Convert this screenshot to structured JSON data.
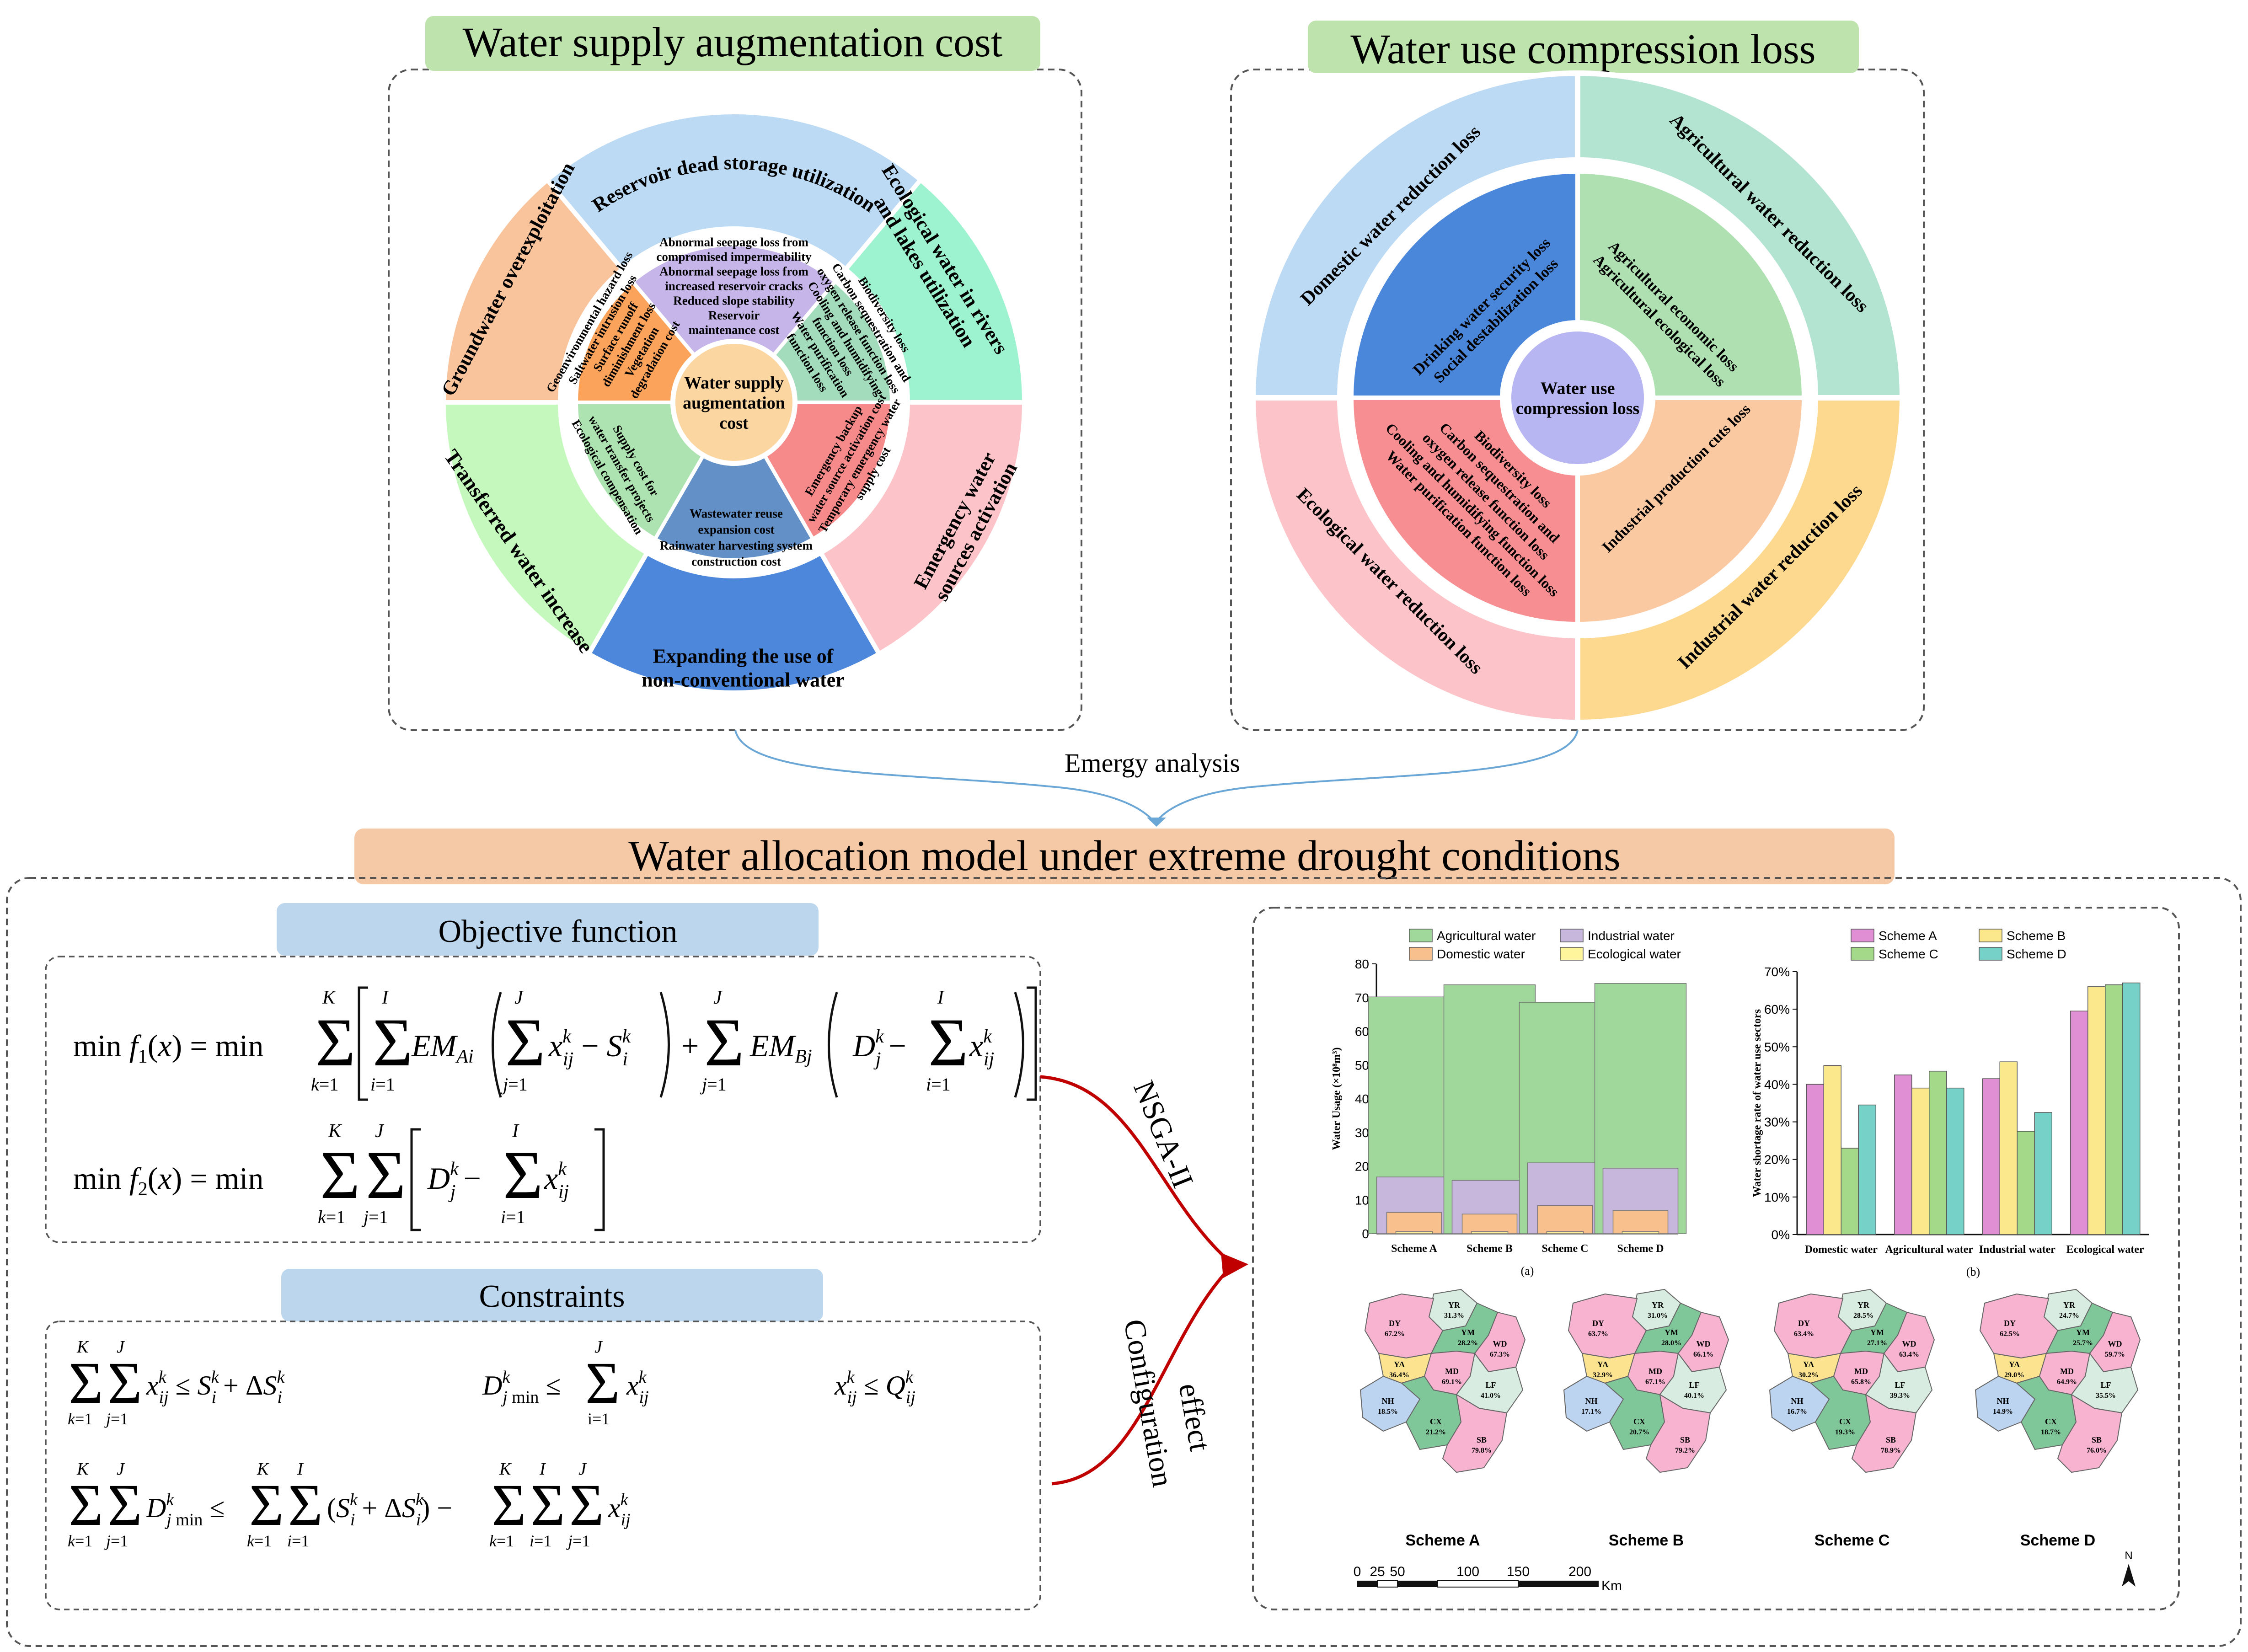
{
  "top_left": {
    "title": "Water supply augmentation cost",
    "center": [
      "Water supply",
      "augmentation",
      "cost"
    ],
    "outer": {
      "reservoir": "Reservoir dead storage utilization",
      "ecological": [
        "Ecological water in rivers",
        "and lakes utilization"
      ],
      "emergency": [
        "Emergency water",
        "sources activation"
      ],
      "nonconventional": [
        "Expanding the use of",
        "non-conventional water"
      ],
      "transferred": "Transferred water increase",
      "groundwater": "Groundwater overexploitation"
    },
    "inner": {
      "reservoir": [
        "Abnormal seepage loss from",
        "compromised impermeability",
        "Abnormal seepage loss from",
        "increased reservoir cracks",
        "Reduced slope stability",
        "Reservoir",
        "maintenance cost"
      ],
      "ecological": [
        "Biodiversity loss",
        "Carbon sequestration and",
        "oxygen release function loss",
        "Cooling and humidifying",
        "function loss",
        "Water purification",
        "function loss"
      ],
      "emergency": [
        "Emergency backup",
        "water source activation cost",
        "Temporary emergency water",
        "supply cost"
      ],
      "nonconventional": [
        "Wastewater reuse",
        "expansion cost",
        "Rainwater harvesting system",
        "construction cost"
      ],
      "transferred": [
        "Supply cost for",
        "water transfer projects",
        "Ecological compensation"
      ],
      "groundwater": [
        "Geoenvironmental hazard loss",
        "Saltwater intrusion loss",
        "Surface runoff",
        "diminishment loss",
        "Vegetation",
        "degradation cost"
      ]
    }
  },
  "top_right": {
    "title": "Water use compression loss",
    "center": [
      "Water use",
      "compression loss"
    ],
    "outer": {
      "domestic": "Domestic water reduction loss",
      "agricultural": "Agricultural water reduction loss",
      "industrial": "Industrial water reduction loss",
      "ecological": "Ecological water reduction loss"
    },
    "inner": {
      "domestic": [
        "Drinking water security loss",
        "Social destabilization loss"
      ],
      "agricultural": [
        "Agricultural economic loss",
        "Agricultural ecological loss"
      ],
      "industrial": [
        "Industrial production cuts loss"
      ],
      "ecological": [
        "Biodiversity loss",
        "Carbon sequestration and",
        "oxygen release function loss",
        "Cooling and humidifying function loss",
        "Water purification function loss"
      ]
    }
  },
  "emergy_label": "Emergy analysis",
  "model_title": "Water allocation model under extreme drought conditions",
  "objective_title": "Objective function",
  "constraints_title": "Constraints",
  "nsga_label": "NSGA-II",
  "config_label": [
    "Configuration",
    "effect"
  ],
  "colors": {
    "green_title": "#bfe3ad",
    "orange_title": "#f6c9a6",
    "blue_title": "#bcd6ee",
    "inner_orange": "#fba35a",
    "inner_purple": "#c5b5e8",
    "inner_green": "#a3dcbc",
    "inner_red": "#f68a8a",
    "inner_blue": "#6390c6",
    "inner_lgreen": "#ade3b1",
    "outer_orange": "#f9c39c",
    "outer_blue": "#bcdaf3",
    "outer_teal": "#9df3cf",
    "outer_pink": "#fcc3c8",
    "outer_royal": "#4d87db",
    "outer_lgreen": "#c4f8bc"
  },
  "chart_data": [
    {
      "type": "bar",
      "label": "(a)",
      "ylabel": "Water Usage (×10⁸m³)",
      "ylim": [
        0,
        80
      ],
      "yticks": [
        0,
        10,
        20,
        30,
        40,
        50,
        60,
        70,
        80
      ],
      "categories": [
        "Scheme A",
        "Scheme B",
        "Scheme C",
        "Scheme D"
      ],
      "series": [
        {
          "name": "Agricultural water",
          "color": "#9fd89a",
          "values": [
            70.2,
            73.8,
            68.6,
            74.2
          ]
        },
        {
          "name": "Industrial water",
          "color": "#c7b7dd",
          "values": [
            16.8,
            15.8,
            21.0,
            19.4
          ]
        },
        {
          "name": "Domestic water",
          "color": "#f7c08c",
          "values": [
            6.3,
            5.8,
            8.3,
            6.9
          ]
        },
        {
          "name": "Ecological water",
          "color": "#fff59d",
          "values": [
            0.6,
            0.6,
            0.6,
            0.6
          ]
        }
      ],
      "legend": "top"
    },
    {
      "type": "bar",
      "label": "(b)",
      "ylabel": "Water shortage rate of water use sectors",
      "ylim": [
        0,
        70
      ],
      "yticks": [
        "0%",
        "10%",
        "20%",
        "30%",
        "40%",
        "50%",
        "60%",
        "70%"
      ],
      "categories": [
        "Domestic water",
        "Agricultural water",
        "Industrial water",
        "Ecological water"
      ],
      "series": [
        {
          "name": "Scheme A",
          "color": "#e08fd4",
          "values": [
            40,
            42.5,
            41.5,
            59.5
          ]
        },
        {
          "name": "Scheme B",
          "color": "#fbe88d",
          "values": [
            45,
            39,
            46,
            66
          ]
        },
        {
          "name": "Scheme C",
          "color": "#a5d98a",
          "values": [
            23,
            43.5,
            27.5,
            66.5
          ]
        },
        {
          "name": "Scheme D",
          "color": "#76d1c8",
          "values": [
            34.5,
            39,
            32.5,
            67
          ]
        }
      ],
      "legend": "top"
    }
  ],
  "maps": [
    {
      "name": "Scheme A",
      "labels": [
        [
          "YR",
          "31.3%"
        ],
        [
          "DY",
          "67.2%"
        ],
        [
          "YM",
          "28.2%"
        ],
        [
          "WD",
          "67.3%"
        ],
        [
          "YA",
          "36.4%"
        ],
        [
          "MD",
          "69.1%"
        ],
        [
          "LF",
          "41.0%"
        ],
        [
          "NH",
          "18.5%"
        ],
        [
          "CX",
          "21.2%"
        ],
        [
          "SB",
          "79.8%"
        ]
      ]
    },
    {
      "name": "Scheme B",
      "labels": [
        [
          "YR",
          "31.0%"
        ],
        [
          "DY",
          "63.7%"
        ],
        [
          "YM",
          "28.0%"
        ],
        [
          "WD",
          "66.1%"
        ],
        [
          "YA",
          "32.9%"
        ],
        [
          "MD",
          "67.1%"
        ],
        [
          "LF",
          "40.1%"
        ],
        [
          "NH",
          "17.1%"
        ],
        [
          "CX",
          "20.7%"
        ],
        [
          "SB",
          "79.2%"
        ]
      ]
    },
    {
      "name": "Scheme C",
      "labels": [
        [
          "YR",
          "28.5%"
        ],
        [
          "DY",
          "63.4%"
        ],
        [
          "YM",
          "27.1%"
        ],
        [
          "WD",
          "63.4%"
        ],
        [
          "YA",
          "30.2%"
        ],
        [
          "MD",
          "65.8%"
        ],
        [
          "LF",
          "39.3%"
        ],
        [
          "NH",
          "16.7%"
        ],
        [
          "CX",
          "19.3%"
        ],
        [
          "SB",
          "78.9%"
        ]
      ]
    },
    {
      "name": "Scheme D",
      "labels": [
        [
          "YR",
          "24.7%"
        ],
        [
          "DY",
          "62.5%"
        ],
        [
          "YM",
          "25.7%"
        ],
        [
          "WD",
          "59.7%"
        ],
        [
          "YA",
          "29.0%"
        ],
        [
          "MD",
          "64.9%"
        ],
        [
          "LF",
          "35.5%"
        ],
        [
          "NH",
          "14.9%"
        ],
        [
          "CX",
          "18.7%"
        ],
        [
          "SB",
          "76.0%"
        ]
      ]
    }
  ],
  "scale_bar": {
    "ticks": [
      "0",
      "25",
      "50",
      "100",
      "150",
      "200"
    ],
    "unit": "Km"
  },
  "north": "N"
}
